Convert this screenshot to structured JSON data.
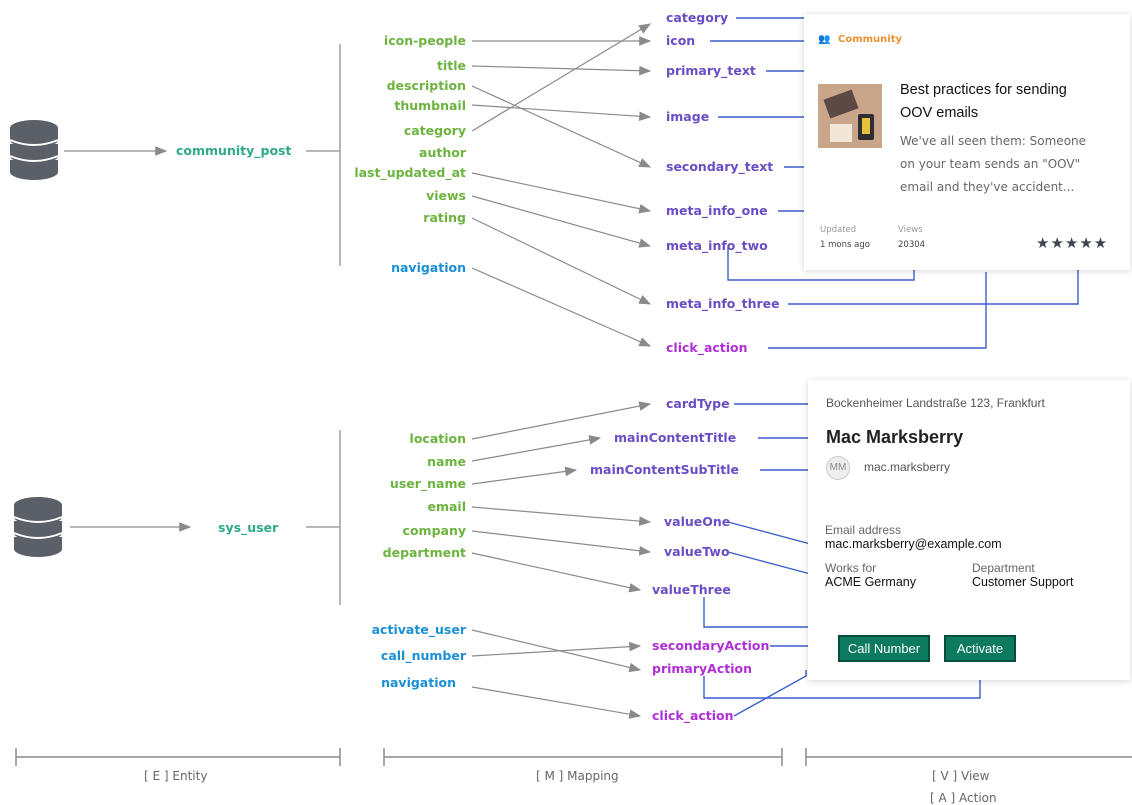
{
  "entity": {
    "community_post": "community_post",
    "sys_user": "sys_user"
  },
  "top_fields": [
    "icon-people",
    "title",
    "description",
    "thumbnail",
    "category",
    "author",
    "last_updated_at",
    "views",
    "rating"
  ],
  "top_nav": "navigation",
  "top_mapping": [
    "category",
    "icon",
    "primary_text",
    "image",
    "secondary_text",
    "meta_info_one",
    "meta_info_two",
    "meta_info_three",
    "click_action"
  ],
  "bottom_fields": [
    "location",
    "name",
    "user_name",
    "email",
    "company",
    "department"
  ],
  "bottom_actions_src": [
    "activate_user",
    "call_number",
    "navigation"
  ],
  "bottom_mapping": [
    "cardType",
    "mainContentTitle",
    "mainContentSubTitle",
    "valueOne",
    "valueTwo",
    "valueThree",
    "secondaryAction",
    "primaryAction",
    "click_action"
  ],
  "card1": {
    "category": "Community",
    "title_line1": "Best practices for sending",
    "title_line2": "OOV emails",
    "desc_line1": "We've all seen them: Someone",
    "desc_line2": "on your team sends an \"OOV\"",
    "desc_line3": "email and they've accident...",
    "updated_label": "Updated",
    "updated_value": "1 mons ago",
    "views_label": "Views",
    "views_value": "20304",
    "rating": "★★★★★",
    "rating_value": 5,
    "rating_max": 5
  },
  "card2": {
    "address": "Bockenheimer Landstraße 123, Frankfurt",
    "name": "Mac Marksberry",
    "initials": "MM",
    "username": "mac.marksberry",
    "email_label": "Email address",
    "email_value": "mac.marksberry@example.com",
    "works_label": "Works for",
    "works_value": "ACME Germany",
    "dept_label": "Department",
    "dept_value": "Customer Support",
    "btn_call": "Call Number",
    "btn_activate": "Activate"
  },
  "axis": {
    "entity": "[ E ] Entity",
    "mapping": "[ M ] Mapping",
    "view": "[ V ] View",
    "action": "[ A ] Action"
  },
  "colors": {
    "field_green": "#6cb33f",
    "action_blue": "#1b8fd6",
    "entity_teal": "#2ea98a",
    "mapping_purple": "#6a4cc4",
    "action_magenta": "#b02fd6",
    "bracket_blue": "#3a5fc8",
    "button_green": "#0b7a5e",
    "category_orange": "#e8912d"
  }
}
